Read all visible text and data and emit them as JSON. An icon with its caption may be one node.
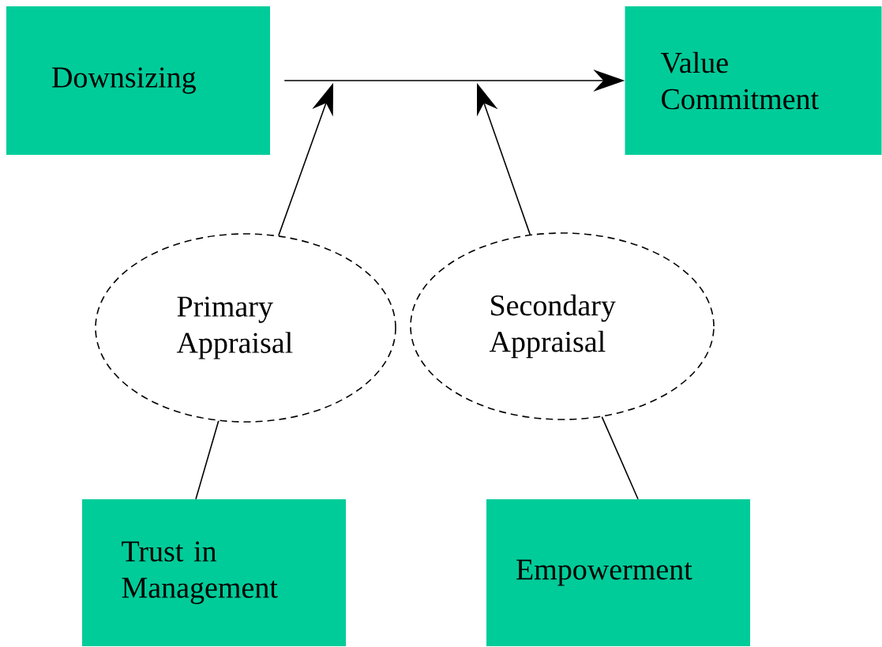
{
  "diagram": {
    "nodes": [
      {
        "text": [
          "Downsizing"
        ]
      },
      {
        "text": [
          "Value Commitment"
        ]
      },
      {
        "text": [
          "Primary Appraisal"
        ]
      },
      {
        "text": [
          "Secondary Appraisal"
        ]
      },
      {
        "text": [
          "Trust in Management"
        ]
      },
      {
        "text": [
          "Empowerment"
        ]
      }
    ],
    "edges": [
      {
        "from": 0,
        "to": 1,
        "arrow": "to"
      },
      {
        "from": 2,
        "to": null,
        "arrow": "to"
      },
      {
        "from": 3,
        "to": null,
        "arrow": "to"
      },
      {
        "from": 4,
        "to": 2,
        "arrow": "none"
      },
      {
        "from": 5,
        "to": 3,
        "arrow": "none"
      }
    ]
  }
}
